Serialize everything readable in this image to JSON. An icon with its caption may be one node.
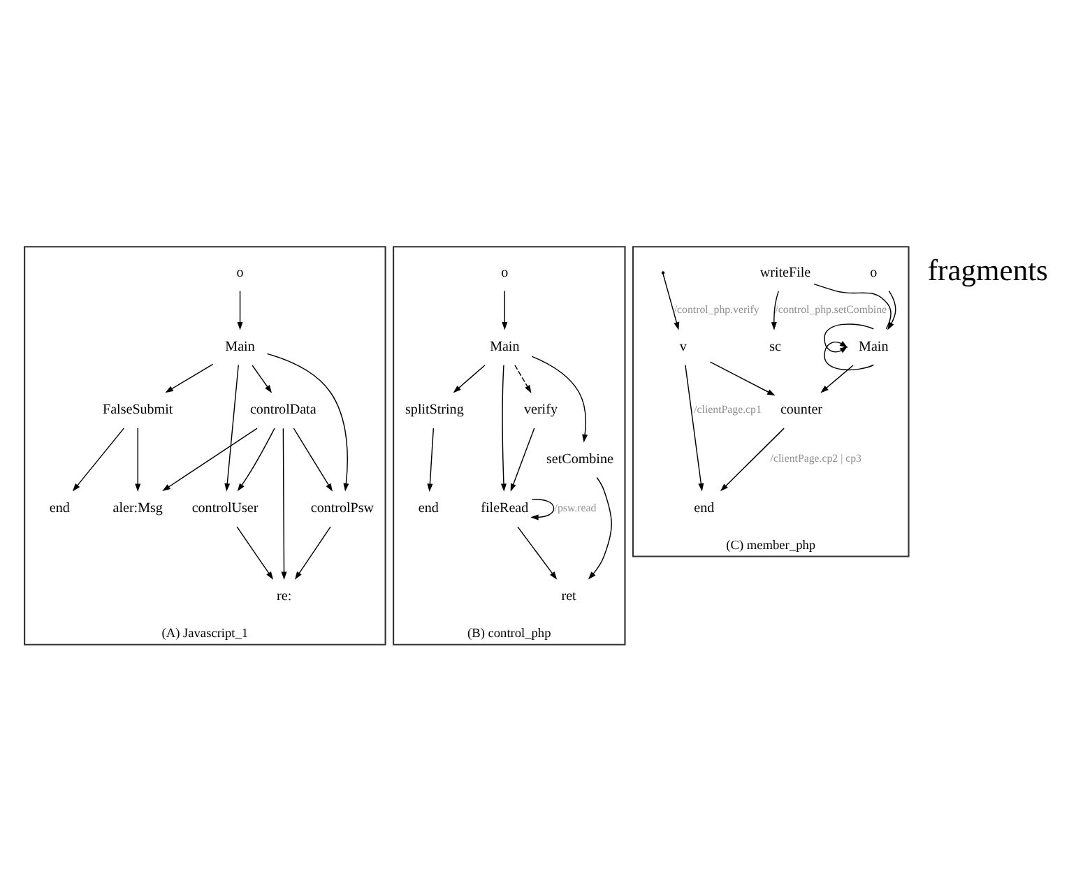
{
  "diagram": {
    "nodes": [
      {
        "text": [
          "(A) Javascript_1"
        ]
      },
      {
        "text": [
          "o"
        ],
        "in": 0
      },
      {
        "text": [
          "Main"
        ],
        "in": 0
      },
      {
        "text": [
          "controlUser"
        ],
        "in": 0
      },
      {
        "text": [
          "controlData"
        ],
        "in": 0
      },
      {
        "text": [
          "controlPsw"
        ],
        "in": 0
      },
      {
        "text": [
          "re:"
        ],
        "in": 0
      },
      {
        "text": [
          "aler:Msg"
        ],
        "in": 0
      },
      {
        "text": [
          "FalseSubmit"
        ],
        "in": 0
      },
      {
        "text": [
          "end"
        ],
        "in": 0
      },
      {
        "text": [
          "(B) control_php"
        ]
      },
      {
        "text": [
          "o"
        ],
        "in": 10
      },
      {
        "text": [
          "Main"
        ],
        "in": 10
      },
      {
        "text": [
          "setCombine"
        ],
        "in": 10
      },
      {
        "text": [
          "verify"
        ],
        "in": 10
      },
      {
        "text": [
          "ret"
        ],
        "in": 10
      },
      {
        "text": [
          "fileRead"
        ],
        "in": 10
      },
      {
        "text": [
          "splitString"
        ],
        "in": 10
      },
      {
        "text": [
          "end"
        ],
        "in": 10
      },
      {
        "text": [
          "(C) member_php"
        ]
      },
      {
        "text": [
          "o"
        ],
        "in": 19
      },
      {
        "text": [
          "writeFile"
        ],
        "in": 19
      },
      {
        "text": [
          "Main"
        ],
        "in": 19
      },
      {
        "text": [
          "sc"
        ],
        "in": 19
      },
      {
        "text": [
          "v"
        ],
        "in": 19
      },
      {
        "text": [
          "counter"
        ],
        "in": 19
      },
      {
        "text": [
          "end"
        ],
        "in": 19
      }
    ],
    "edges": [
      {
        "from": 1,
        "to": 2,
        "arrow": "to"
      },
      {
        "from": 2,
        "to": 3,
        "arrow": "to"
      },
      {
        "from": 2,
        "to": 4,
        "arrow": "to"
      },
      {
        "from": 2,
        "to": 5,
        "arrow": "to"
      },
      {
        "from": 2,
        "to": 8,
        "arrow": "to"
      },
      {
        "from": 4,
        "to": 3,
        "arrow": "to"
      },
      {
        "from": 4,
        "to": 5,
        "arrow": "to"
      },
      {
        "from": 3,
        "to": 6,
        "arrow": "to"
      },
      {
        "from": 4,
        "to": 6,
        "arrow": "to"
      },
      {
        "from": 4,
        "to": 7,
        "arrow": "to"
      },
      {
        "from": 5,
        "to": 6,
        "arrow": "to"
      },
      {
        "from": 8,
        "to": 9,
        "arrow": "to"
      },
      {
        "from": 8,
        "to": 7,
        "arrow": "to"
      },
      {
        "from": 11,
        "to": 12,
        "arrow": "to"
      },
      {
        "from": 12,
        "to": 13,
        "arrow": "to"
      },
      {
        "from": 12,
        "to": 14,
        "arrow": "to",
        "style": "dashed"
      },
      {
        "from": 12,
        "to": 16,
        "arrow": "to"
      },
      {
        "from": 12,
        "to": 17,
        "arrow": "to"
      },
      {
        "from": 14,
        "to": 16,
        "arrow": "to"
      },
      {
        "from": 13,
        "to": 15,
        "arrow": "to"
      },
      {
        "from": 16,
        "to": 16,
        "arrow": "to",
        "label": "/psw.read"
      },
      {
        "from": 16,
        "to": 15,
        "arrow": "to"
      },
      {
        "from": 17,
        "to": 18,
        "arrow": "to"
      },
      {
        "from": 20,
        "to": 22,
        "arrow": "to"
      },
      {
        "from": 21,
        "to": 22,
        "arrow": "none"
      },
      {
        "from": 21,
        "to": 23,
        "arrow": "to",
        "label": "/control_php.setCombine"
      },
      {
        "from": 22,
        "to": 22,
        "arrow": "to"
      },
      {
        "from": 22,
        "to": 22,
        "arrow": "to"
      },
      {
        "from": null,
        "to": 24,
        "arrow": "to",
        "label": "/control_php.verify"
      },
      {
        "from": 22,
        "to": 25,
        "arrow": "to"
      },
      {
        "from": 24,
        "to": 25,
        "arrow": "to"
      },
      {
        "from": 24,
        "to": 26,
        "arrow": "to",
        "label": "/clientPage.cp1"
      },
      {
        "from": 25,
        "to": 26,
        "arrow": "to",
        "label": "/clientPage.cp2 | cp3"
      }
    ],
    "labels": [
      "fragments"
    ]
  }
}
